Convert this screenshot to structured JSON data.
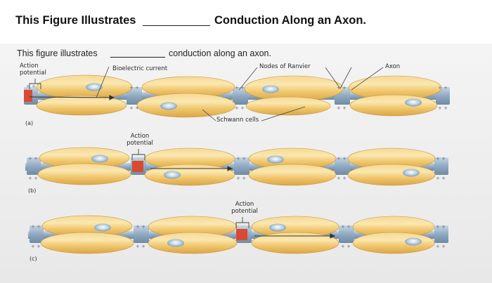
{
  "title": {
    "prefix": "This Figure Illustrates",
    "suffix": "Conduction Along an Axon."
  },
  "figure": {
    "caption_prefix": "This figure illustrates",
    "caption_suffix": "conduction along an axon.",
    "labels": {
      "action_potential_a": "Action potential",
      "bioelectric_current": "Bioelectric current",
      "nodes_of_ranvier": "Nodes of Ranvier",
      "axon": "Axon",
      "schwann_cells": "Schwann cells",
      "action_potential_b": "Action potential",
      "action_potential_c": "Action potential"
    },
    "panels": {
      "a": "(a)",
      "b": "(b)",
      "c": "(c)"
    },
    "colors": {
      "myelin": "#f0c56a",
      "myelin_highlight": "#fae7b0",
      "nucleus": "#8fb3cf",
      "node": "#8faac2",
      "action_potential": "#d84a32"
    }
  }
}
